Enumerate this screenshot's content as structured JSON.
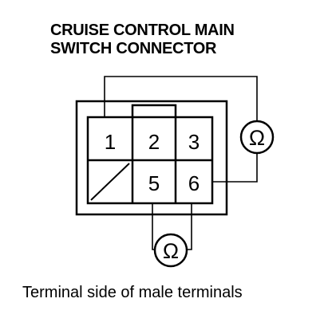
{
  "title": {
    "line1": "CRUISE CONTROL MAIN",
    "line2": "SWITCH CONNECTOR"
  },
  "terminals": {
    "t1": "1",
    "t2": "2",
    "t3": "3",
    "t5": "5",
    "t6": "6"
  },
  "meters": {
    "right_symbol": "Ω",
    "bottom_symbol": "Ω"
  },
  "caption": "Terminal side of male terminals"
}
